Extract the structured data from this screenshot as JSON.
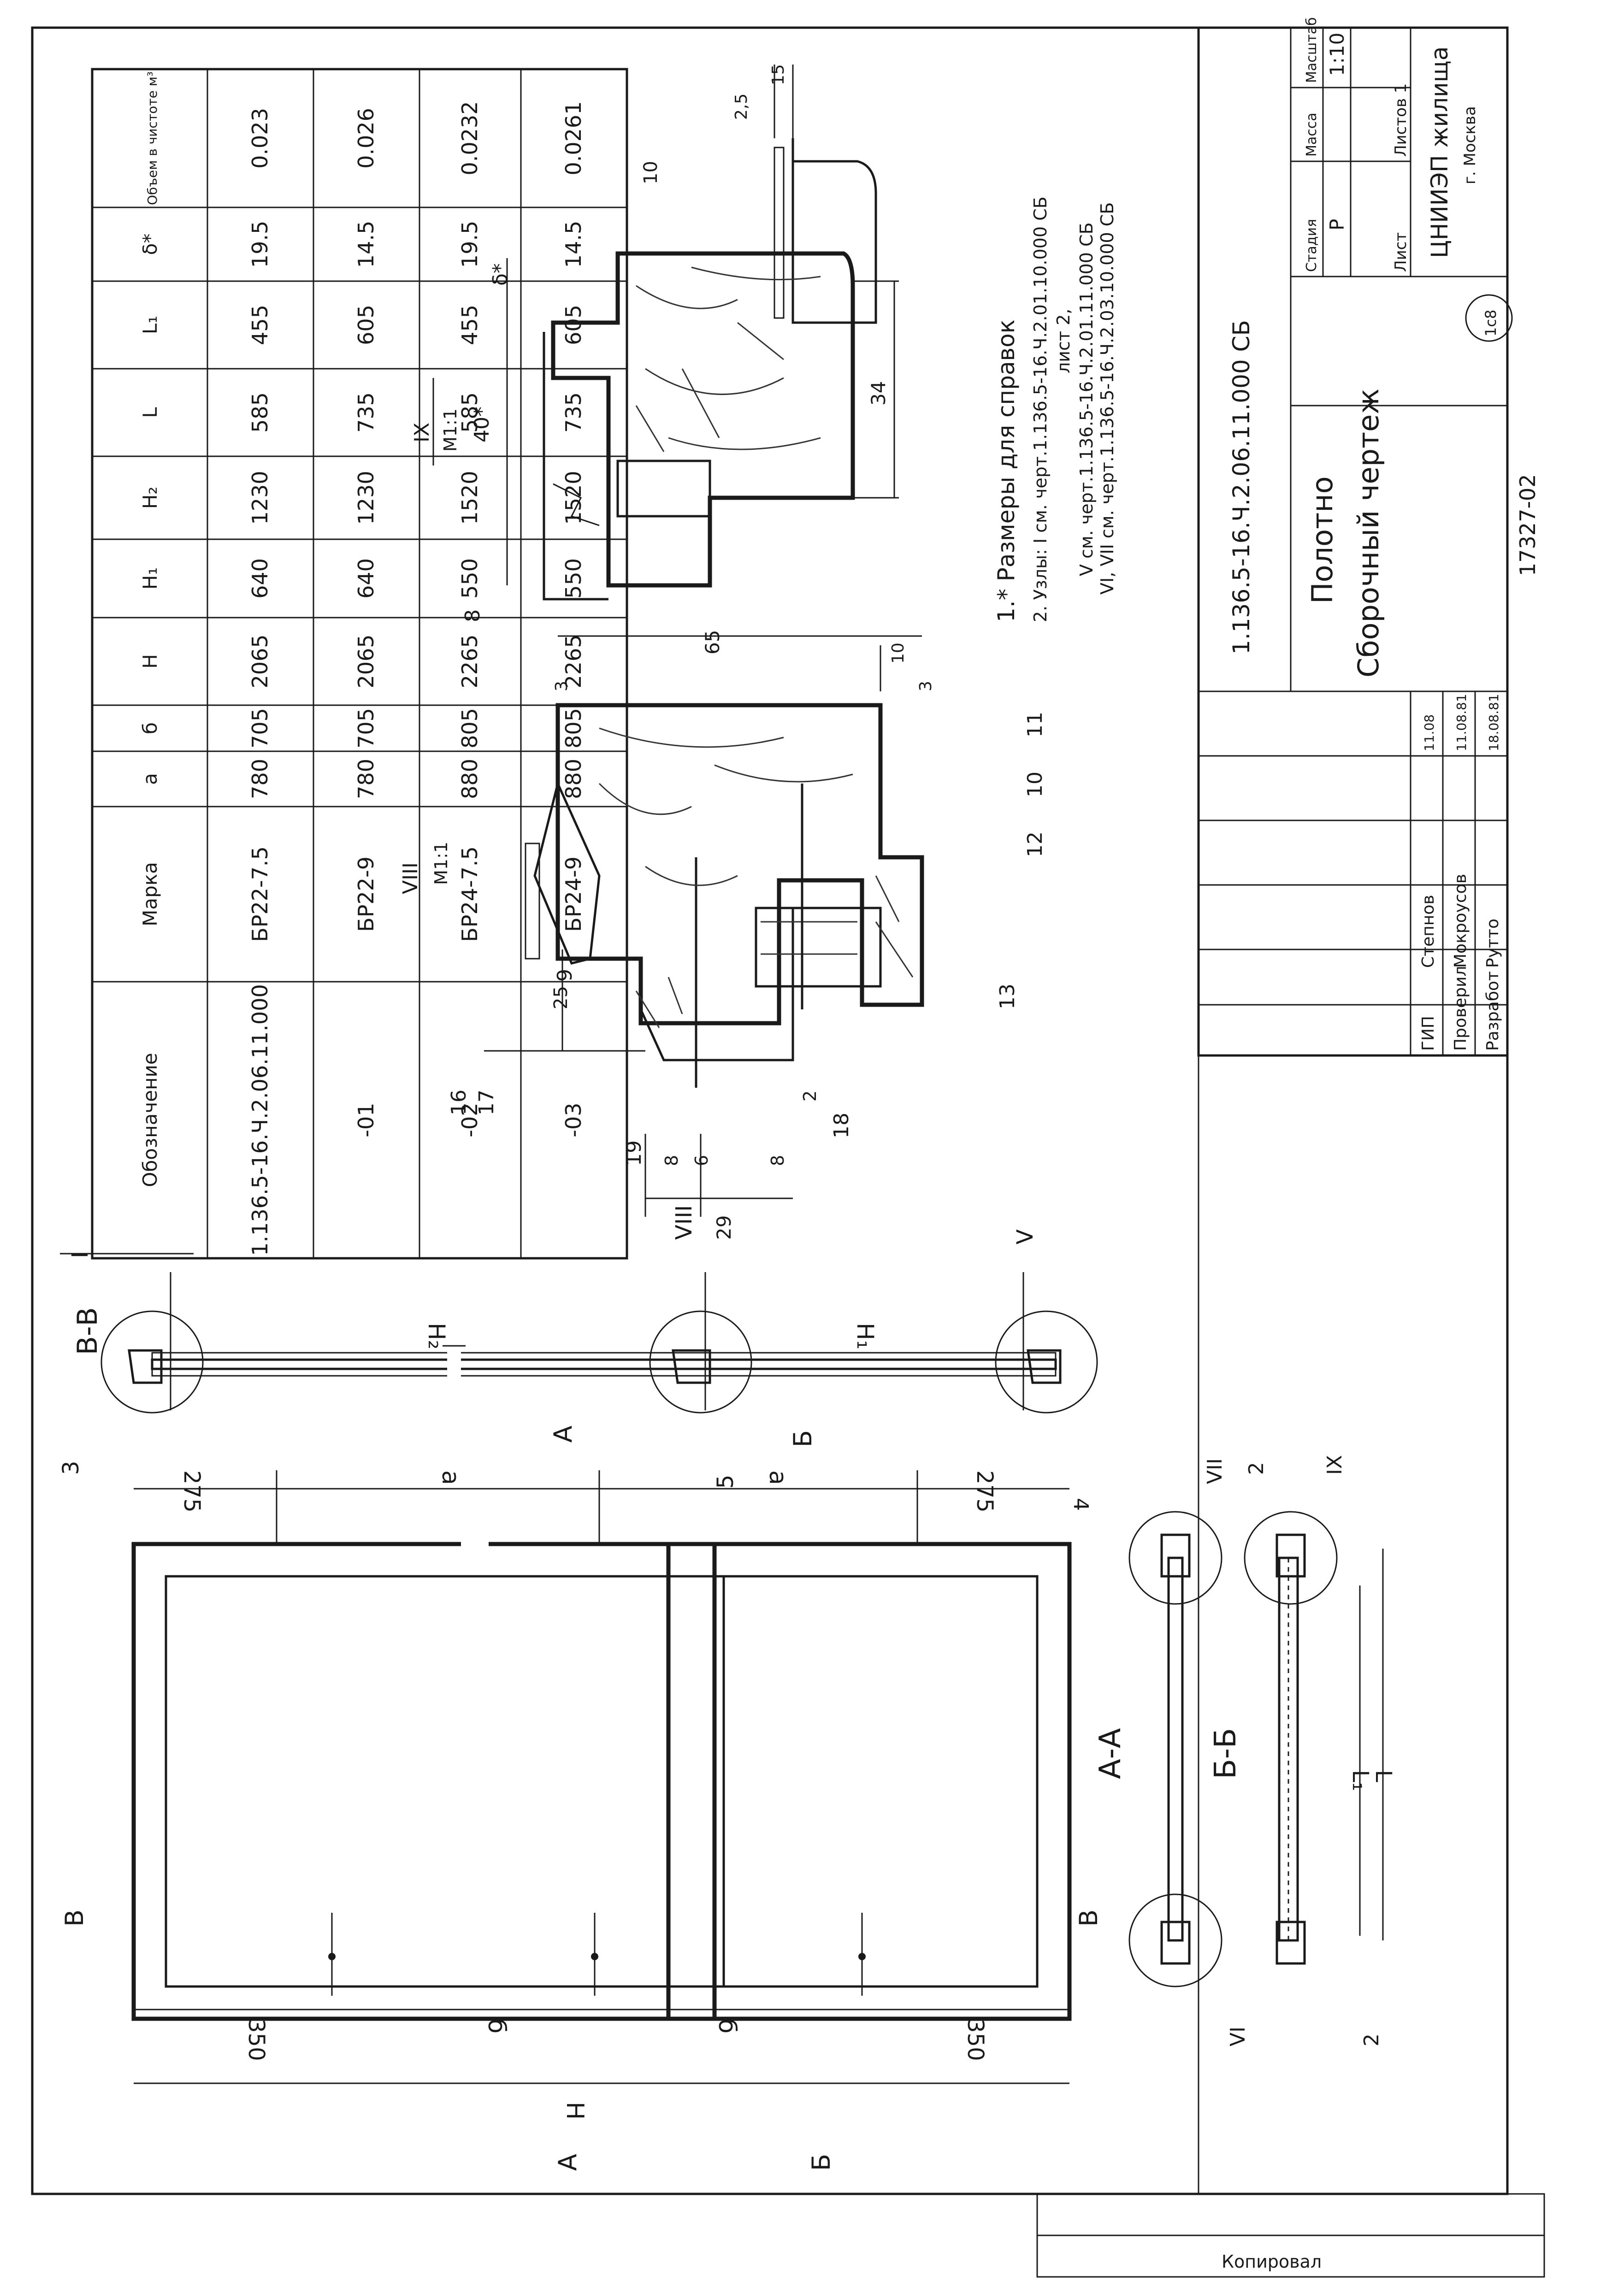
{
  "title_block": {
    "designation": "1.136.5-16.Ч.2.06.11.000 СБ",
    "name_line1": "Полотно",
    "name_line2": "Сборочный чертеж",
    "col_stage": "Стадия",
    "col_mass": "Масса",
    "col_scale": "Масштаб",
    "stage": "Р",
    "scale": "1:10",
    "sheet_label": "Лист",
    "sheets_label": "Листов 1",
    "org": "ЦНИИЭП жилища",
    "city": "г. Москва",
    "stamp": "1с8",
    "rows": [
      {
        "role": "ГИП",
        "name": "Степнов",
        "date": "11.08"
      },
      {
        "role": "Проверил",
        "name": "Мокроусов",
        "date": "11.08.81"
      },
      {
        "role": "Разработ",
        "name": "Рутто",
        "date": "18.08.81"
      }
    ]
  },
  "bottom_number": "17327-02",
  "margin_strip": "Копировал",
  "spec_table": {
    "headers": [
      "Обозначение",
      "Марка",
      "a",
      "б",
      "H",
      "H₁",
      "H₂",
      "L",
      "L₁",
      "δ*",
      "Объем в чистоте м³"
    ],
    "rows": [
      [
        "1.136.5-16.Ч.2.06.11.000",
        "БР22-7.5",
        "780",
        "705",
        "2065",
        "640",
        "1230",
        "585",
        "455",
        "19.5",
        "0.023"
      ],
      [
        "-01",
        "БР22-9",
        "780",
        "705",
        "2065",
        "640",
        "1230",
        "735",
        "605",
        "14.5",
        "0.026"
      ],
      [
        "-02",
        "БР24-7.5",
        "880",
        "805",
        "2265",
        "550",
        "1520",
        "585",
        "455",
        "19.5",
        "0.0232"
      ],
      [
        "-03",
        "БР24-9",
        "880",
        "805",
        "2265",
        "550",
        "1520",
        "735",
        "605",
        "14.5",
        "0.0261"
      ]
    ]
  },
  "notes": {
    "note1": "1.* Размеры для справок",
    "note2": "2. Узлы: I см. черт.1.136.5-16.Ч.2.01.10.000 СБ",
    "note2b": "лист 2,",
    "note2c": "V см. черт.1.136.5-16.Ч.2.01.11.000 СБ",
    "note2d": "VI, VII см. черт.1.136.5-16.Ч.2.03.10.000 СБ"
  },
  "views": {
    "section_bb": "В-В",
    "section_aa": "А-А",
    "section_bb2": "Б-Б",
    "detail_viii": "VIII",
    "detail_viii_scale": "М1:1",
    "detail_ix": "IX",
    "detail_ix_scale": "М1:1",
    "detail_ix_dim": "40*"
  },
  "dims": {
    "d275a": "275",
    "d275b": "275",
    "da1": "a",
    "da2": "a",
    "d350a": "350",
    "d350b": "350",
    "db1": "б",
    "db2": "б",
    "dH": "H",
    "dH1": "H₁",
    "dH2": "H₂",
    "dL": "L",
    "dL1": "L₁",
    "v25": "25",
    "v29": "29",
    "v8a": "8",
    "v6": "6",
    "v8b": "8",
    "v2": "2",
    "v65": "65",
    "v10": "10",
    "v3a": "3",
    "v3b": "3",
    "i34": "34",
    "i10": "10",
    "i25": "2,5",
    "i15": "15",
    "idelta": "δ*"
  },
  "callouts": {
    "c1": "I",
    "c3": "3",
    "c4": "4",
    "c5": "5",
    "c5r": "V",
    "c8": "8",
    "c9": "9",
    "c10": "10",
    "c11": "11",
    "c12": "12",
    "c13": "13",
    "c16": "16",
    "c17": "17",
    "c18": "18",
    "c19": "19",
    "c2a": "2",
    "c2b": "2",
    "cVI": "VI",
    "cVII": "VII",
    "cIX": "IX",
    "cVIII": "VIII"
  },
  "section_marks": {
    "A": "А",
    "B": "Б",
    "V": "В"
  }
}
